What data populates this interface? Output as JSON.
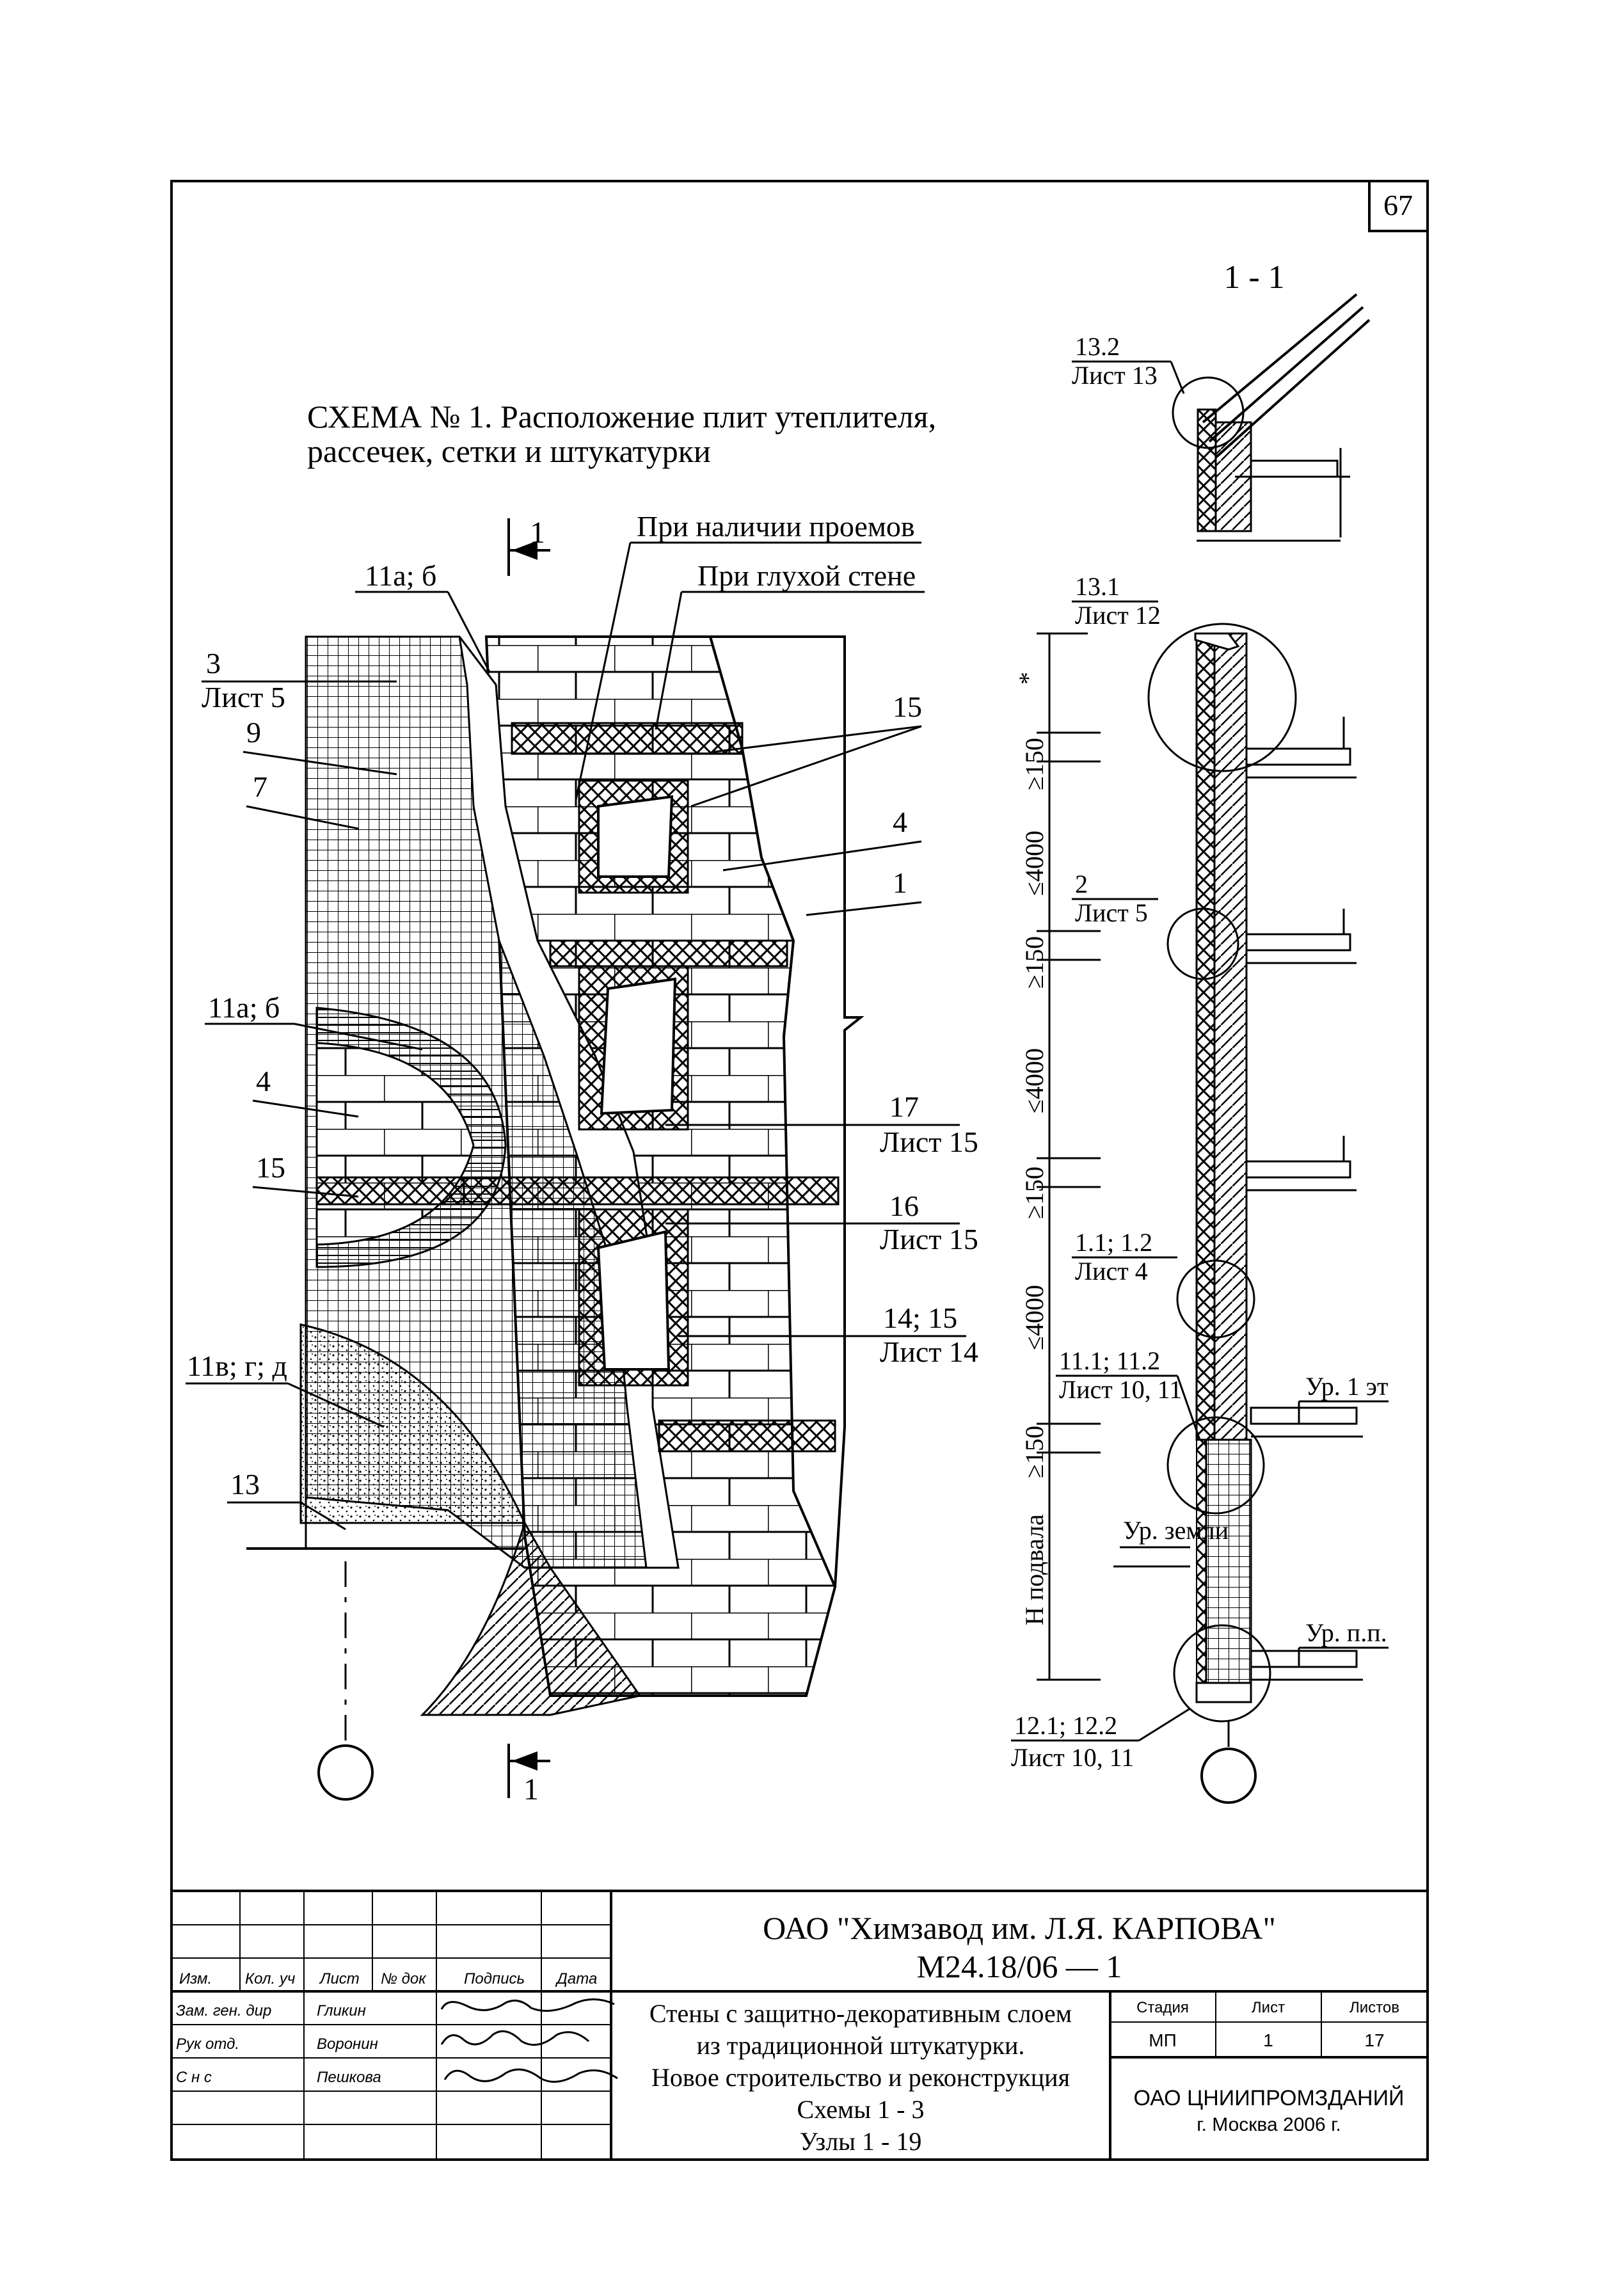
{
  "page_number": "67",
  "scheme": {
    "title_line1": "СХЕМА № 1. Расположение плит утеплителя,",
    "title_line2": "рассечек, сетки и штукатурки",
    "section_mark": "1",
    "section_title": "1 - 1",
    "labels": {
      "openings": "При наличии проемов",
      "blank_wall": "При глухой стене",
      "l_11ab_top": "11а; б",
      "l_3": "3",
      "l_list5_a": "Лист 5",
      "l_9": "9",
      "l_7": "7",
      "l_15_top": "15",
      "l_4_right": "4",
      "l_1": "1",
      "l_11ab_mid": "11а; б",
      "l_4_left": "4",
      "l_15_left": "15",
      "l_17": "17",
      "l_list15_a": "Лист 15",
      "l_16": "16",
      "l_list15_b": "Лист 15",
      "l_1415": "14; 15",
      "l_list14": "Лист 14",
      "l_11vgd": "11в; г; д",
      "l_13": "13"
    }
  },
  "section": {
    "callouts": {
      "c132": "13.2",
      "c132_sheet": "Лист 13",
      "c131": "13.1",
      "c131_sheet": "Лист 12",
      "c2": "2",
      "c2_sheet": "Лист 5",
      "c112": "1.1; 1.2",
      "c112_sheet": "Лист 4",
      "c111": "11.1; 11.2",
      "c111_sheet": "Лист 10, 11",
      "c121": "12.1; 12.2",
      "c121_sheet": "Лист 10, 11"
    },
    "dims": {
      "star": "*",
      "d150a": "≥150",
      "d4000a": "≤4000",
      "d150b": "≥150",
      "d4000b": "≤4000",
      "d150c": "≥150",
      "d4000c": "≤4000",
      "d150d": "≥150",
      "dh": "Н подвала"
    },
    "levels": {
      "floor1": "Ур. 1 эт",
      "ground": "Ур. земли",
      "pp": "Ур. п.п."
    }
  },
  "title_block": {
    "org_title": "ОАО \"Химзавод им. Л.Я. КАРПОВА\"",
    "doc_code": "М24.18/06 — 1",
    "headers": {
      "izm": "Изм.",
      "kol": "Кол. уч",
      "list": "Лист",
      "ndoc": "№ док",
      "sign": "Подпись",
      "date": "Дата"
    },
    "people": [
      {
        "role": "Зам. ген. дир",
        "name": "Гликин"
      },
      {
        "role": "Рук отд.",
        "name": "Воронин"
      },
      {
        "role": "С н с",
        "name": "Пешкова"
      }
    ],
    "desc_line1": "Стены с защитно-декоративным слоем",
    "desc_line2": "из традиционной штукатурки.",
    "desc_line3": "Новое строительство и реконструкция",
    "desc_line4": "Схемы 1 - 3",
    "desc_line5": "Узлы 1 - 19",
    "stage_header": "Стадия",
    "sheet_header": "Лист",
    "sheets_header": "Листов",
    "stage": "МП",
    "sheet": "1",
    "sheets": "17",
    "issuer_line1": "ОАО ЦНИИПРОМЗДАНИЙ",
    "issuer_line2": "г. Москва 2006 г."
  }
}
